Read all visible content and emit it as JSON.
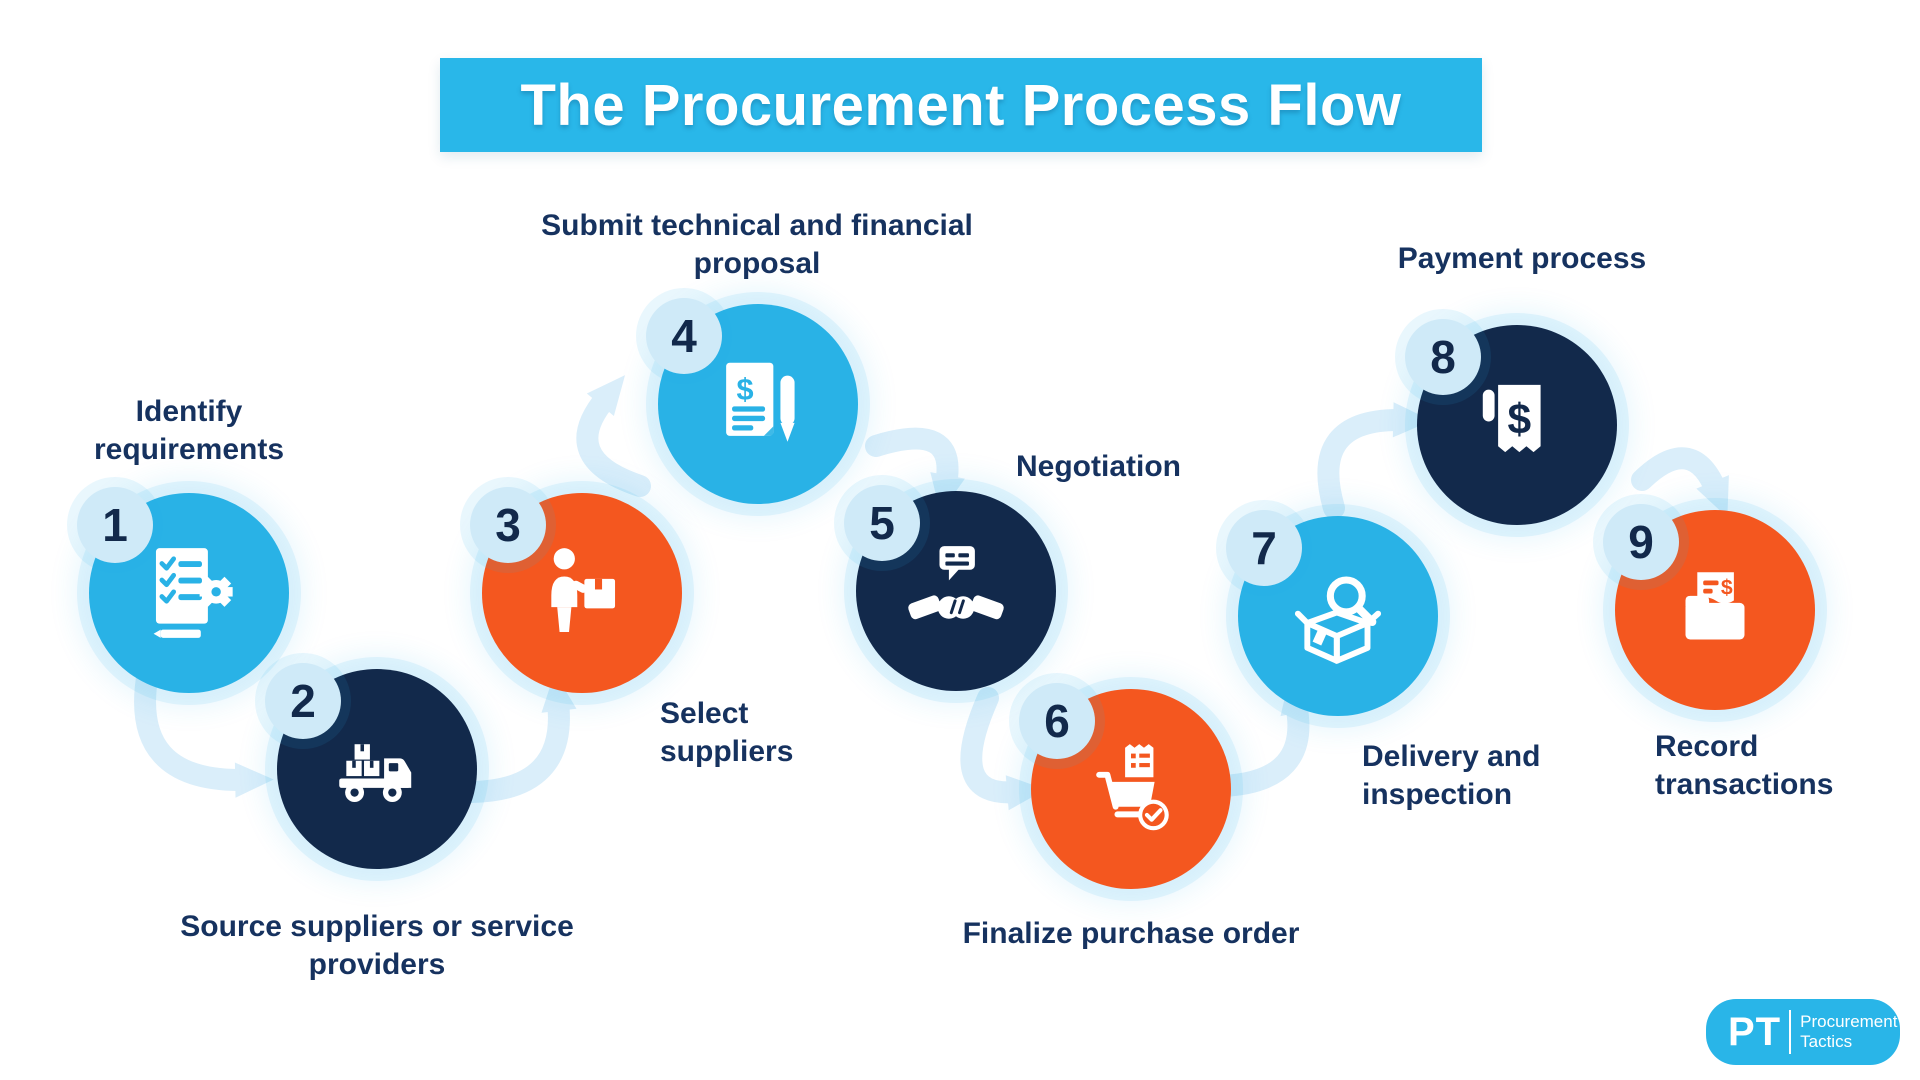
{
  "title": "The Procurement Process Flow",
  "colors": {
    "cyan": "#29b2e6",
    "navy": "#12294b",
    "orange": "#f4571f",
    "badge_bg": "#cfeaf8",
    "arrow": "#daeefa",
    "label_text": "#16325f",
    "banner_bg": "#29b7e9",
    "logo_bg": "#29b5e8",
    "title_text": "#ffffff"
  },
  "steps": [
    {
      "num": "1",
      "label": "Identify requirements",
      "color": "cyan",
      "icon": "checklist-gear-icon"
    },
    {
      "num": "2",
      "label": "Source suppliers or service providers",
      "color": "navy",
      "icon": "delivery-truck-icon"
    },
    {
      "num": "3",
      "label": "Select suppliers",
      "color": "orange",
      "icon": "person-with-box-icon"
    },
    {
      "num": "4",
      "label": "Submit technical and financial proposal",
      "color": "cyan",
      "icon": "proposal-document-pen-icon"
    },
    {
      "num": "5",
      "label": "Negotiation",
      "color": "navy",
      "icon": "handshake-speech-bubble-icon"
    },
    {
      "num": "6",
      "label": "Finalize purchase order",
      "color": "orange",
      "icon": "purchase-cart-check-icon"
    },
    {
      "num": "7",
      "label": "Delivery and inspection",
      "color": "cyan",
      "icon": "box-magnifier-icon"
    },
    {
      "num": "8",
      "label": "Payment process",
      "color": "navy",
      "icon": "receipt-dollar-icon"
    },
    {
      "num": "9",
      "label": "Record transactions",
      "color": "orange",
      "icon": "folder-transactions-icon"
    }
  ],
  "logo": {
    "abbr": "PT",
    "line1": "Procurement",
    "line2": "Tactics"
  }
}
